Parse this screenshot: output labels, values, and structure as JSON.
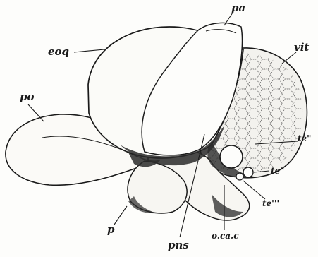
{
  "colors": {
    "ink": "#1a1a1a",
    "paper": "#fdfdfb",
    "shade": "#2a2a2a"
  },
  "labels": {
    "pa": "pa",
    "eoq": "eoq",
    "vit": "vit",
    "po": "po",
    "te1": "te\"",
    "te2": "te\"",
    "te3": "te'''",
    "p": "p",
    "pns": "pns",
    "oca": "o.ca.c"
  }
}
